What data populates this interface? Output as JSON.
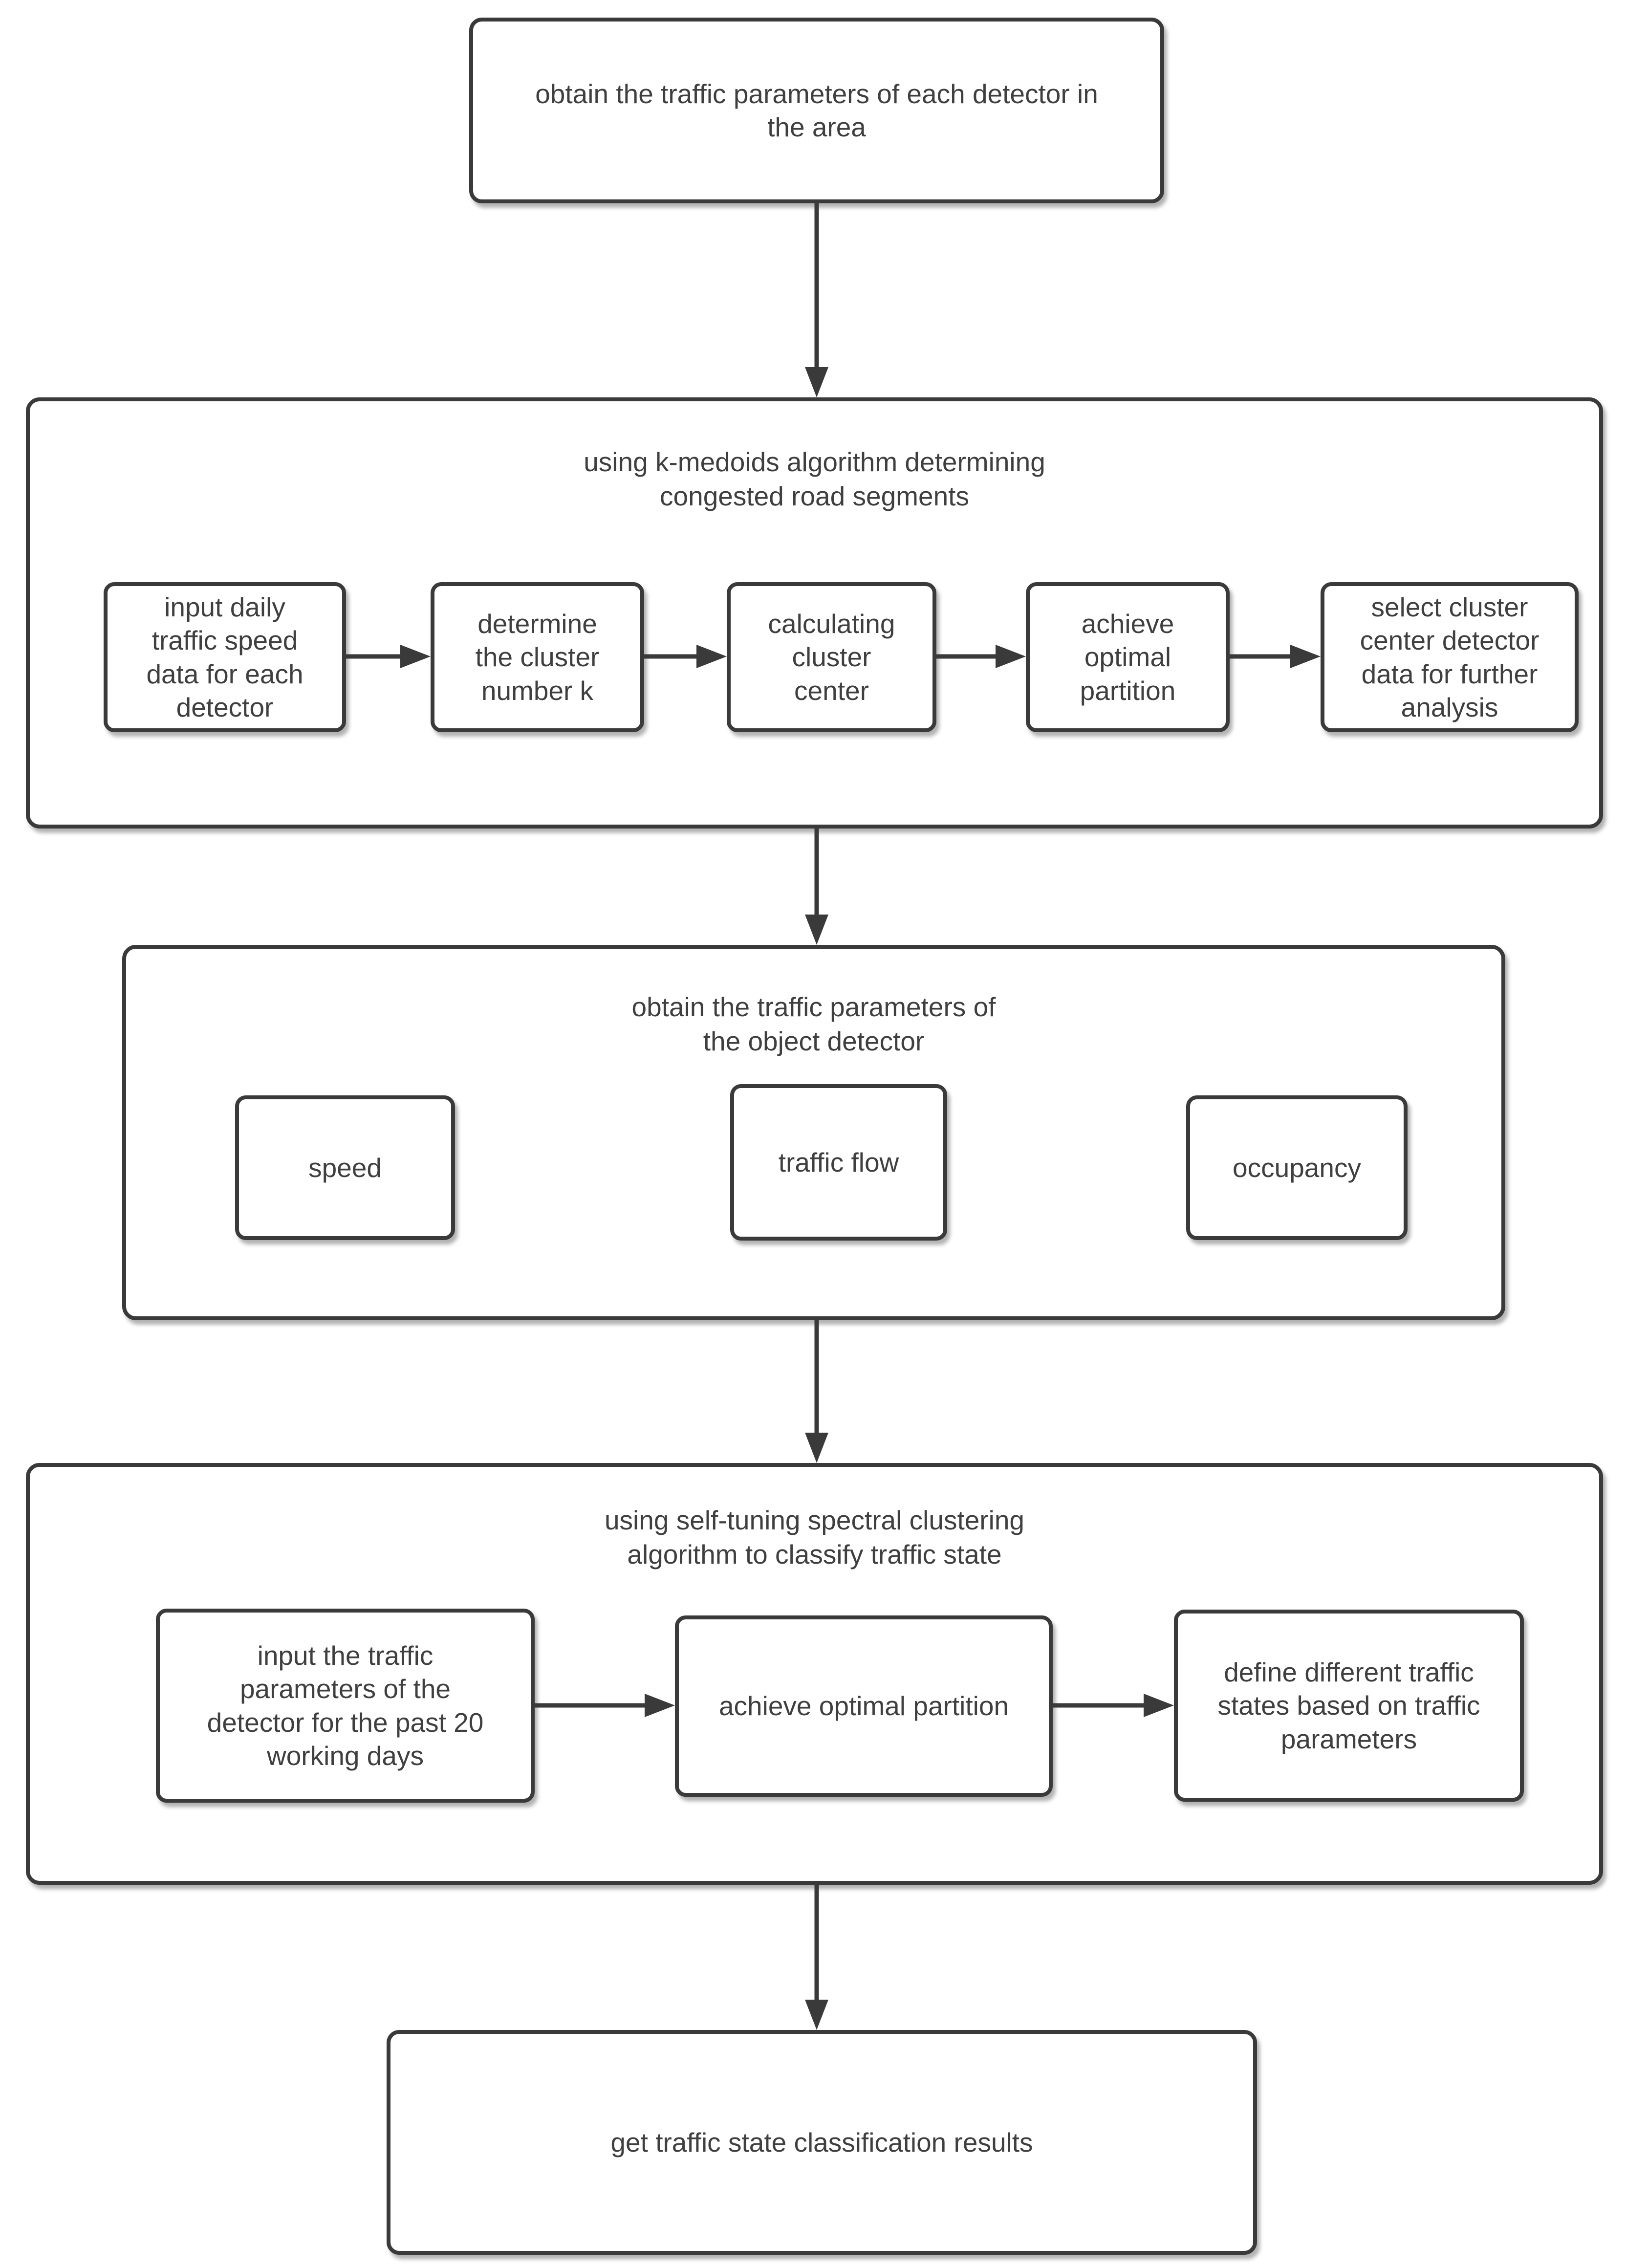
{
  "palette": {
    "background": "#ffffff",
    "stroke": "#3a3a3a",
    "text": "#3f3f3f"
  },
  "flow": {
    "start": "obtain the traffic parameters of each detector in\nthe area",
    "kmedoids": {
      "title": "using k-medoids algorithm determining\ncongested road segments",
      "steps": [
        "input daily\ntraffic speed\ndata for each\ndetector",
        "determine\nthe cluster\nnumber k",
        "calculating\ncluster\ncenter",
        "achieve\noptimal\npartition",
        "select cluster\ncenter detector\ndata for further\nanalysis"
      ]
    },
    "parameters": {
      "title": "obtain the traffic parameters of\nthe object detector",
      "items": [
        "speed",
        "traffic flow",
        "occupancy"
      ]
    },
    "spectral": {
      "title": "using self-tuning spectral clustering\nalgorithm to classify traffic state",
      "steps": [
        "input the traffic\nparameters of the\ndetector for the past 20\nworking days",
        "achieve optimal partition",
        "define different traffic\nstates based on traffic\nparameters"
      ]
    },
    "end": "get traffic state classification results"
  }
}
